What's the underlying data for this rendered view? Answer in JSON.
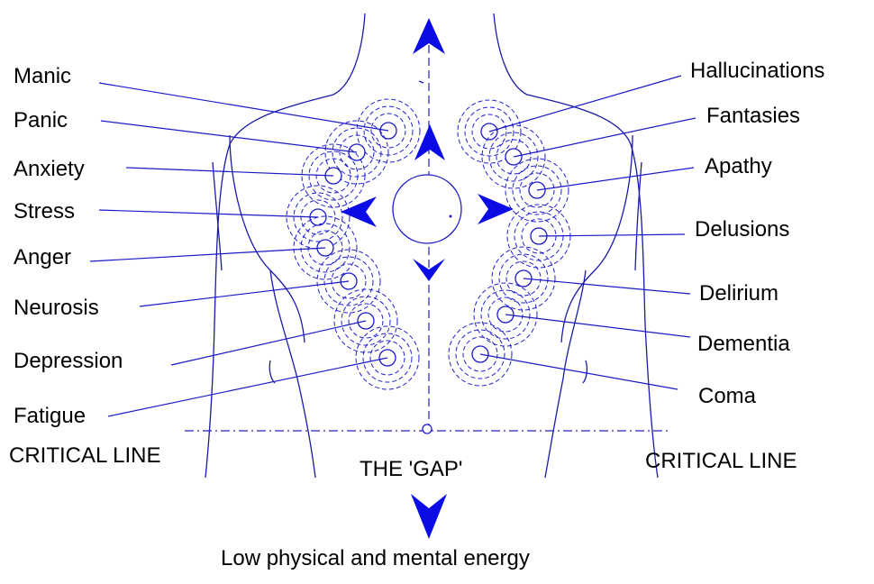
{
  "colors": {
    "line": "#1a1ac8",
    "arrow": "#0b0be6",
    "text": "#000000",
    "background": "#ffffff"
  },
  "left_states": [
    "Manic",
    "Panic",
    "Anxiety",
    "Stress",
    "Anger",
    "Neurosis",
    "Depression",
    "Fatigue"
  ],
  "right_states": [
    "Hallucinations",
    "Fantasies",
    "Apathy",
    "Delusions",
    "Delirium",
    "Dementia",
    "Coma"
  ],
  "critical_line_left": "CRITICAL LINE",
  "critical_line_right": "CRITICAL LINE",
  "gap_label": "THE 'GAP'",
  "bottom_caption": "Low physical and mental energy"
}
